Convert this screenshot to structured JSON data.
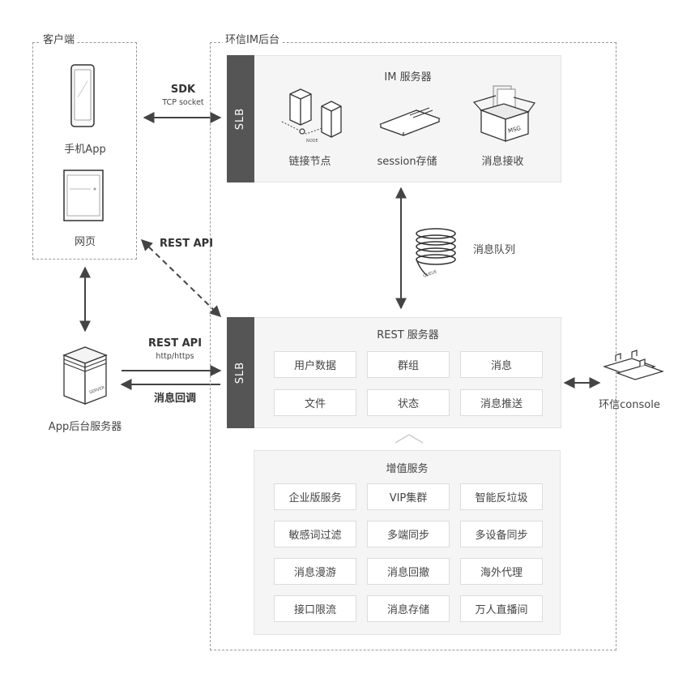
{
  "client": {
    "title": "客户端",
    "mobile_label": "手机App",
    "web_label": "网页"
  },
  "backend": {
    "title": "环信IM后台"
  },
  "im_server": {
    "slb_label": "SLB",
    "title": "IM 服务器",
    "items": [
      {
        "label": "链接节点"
      },
      {
        "label": "session存储"
      },
      {
        "label": "消息接收"
      }
    ]
  },
  "queue": {
    "label": "消息队列"
  },
  "rest_server": {
    "slb_label": "SLB",
    "title": "REST 服务器",
    "items": [
      {
        "label": "用户数据"
      },
      {
        "label": "群组"
      },
      {
        "label": "消息"
      },
      {
        "label": "文件"
      },
      {
        "label": "状态"
      },
      {
        "label": "消息推送"
      }
    ]
  },
  "value_added": {
    "title": "增值服务",
    "items": [
      {
        "label": "企业版服务"
      },
      {
        "label": "VIP集群"
      },
      {
        "label": "智能反垃圾"
      },
      {
        "label": "敏感词过滤"
      },
      {
        "label": "多端同步"
      },
      {
        "label": "多设备同步"
      },
      {
        "label": "消息漫游"
      },
      {
        "label": "消息回撤"
      },
      {
        "label": "海外代理"
      },
      {
        "label": "接口限流"
      },
      {
        "label": "消息存储"
      },
      {
        "label": "万人直播间"
      }
    ]
  },
  "app_server": {
    "label": "App后台服务器"
  },
  "console": {
    "label": "环信console"
  },
  "connections": {
    "sdk_label": "SDK",
    "sdk_sub": "TCP socket",
    "rest_api_label": "REST API",
    "rest_api2_label": "REST API",
    "rest_api2_sub": "http/https",
    "callback_label": "消息回调"
  },
  "icon_text": {
    "node": "NODE",
    "msg": "MSG",
    "queue": "QUEUE",
    "server": "SERVER"
  }
}
